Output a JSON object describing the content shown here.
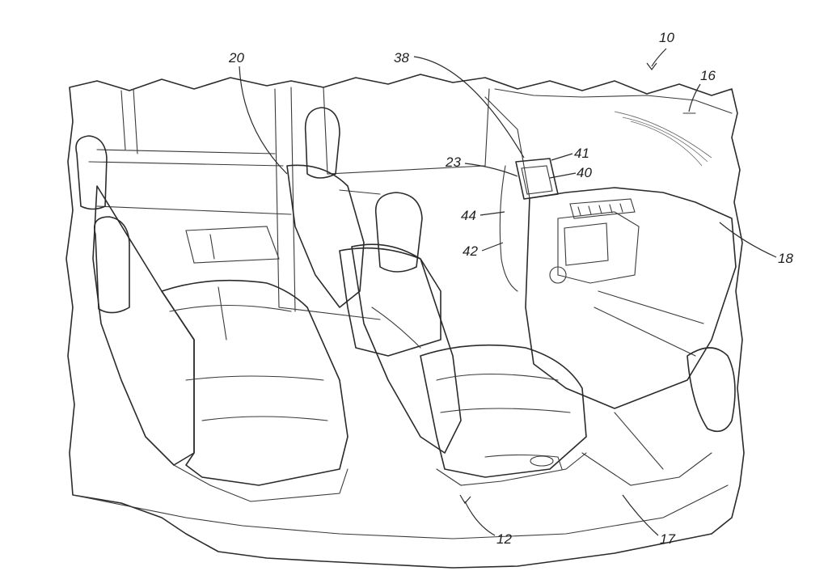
{
  "figure": {
    "reference_numerals": [
      {
        "id": "n10",
        "text": "10"
      },
      {
        "id": "n16",
        "text": "16"
      },
      {
        "id": "n20",
        "text": "20"
      },
      {
        "id": "n38",
        "text": "38"
      },
      {
        "id": "n41",
        "text": "41"
      },
      {
        "id": "n23",
        "text": "23"
      },
      {
        "id": "n40",
        "text": "40"
      },
      {
        "id": "n44",
        "text": "44"
      },
      {
        "id": "n42",
        "text": "42"
      },
      {
        "id": "n18",
        "text": "18"
      },
      {
        "id": "n12",
        "text": "12"
      },
      {
        "id": "n17",
        "text": "17"
      }
    ]
  }
}
